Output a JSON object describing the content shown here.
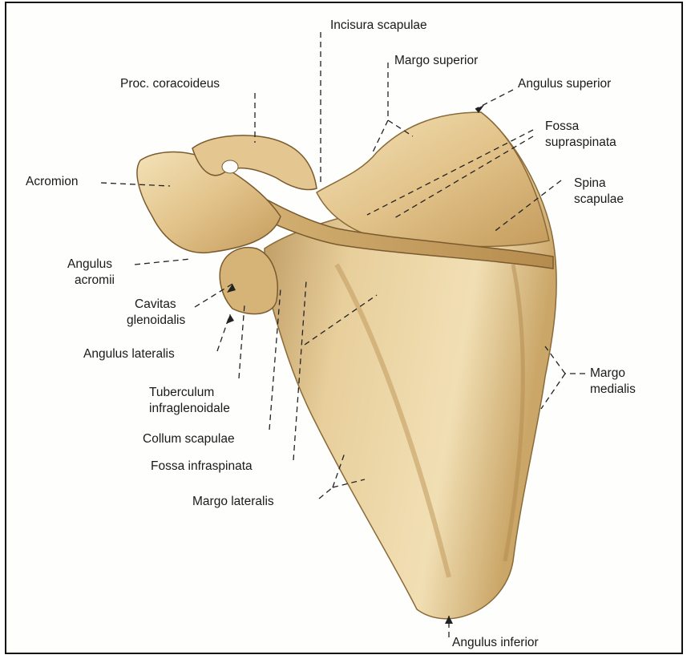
{
  "labels": {
    "incisura_scapulae": "Incisura scapulae",
    "margo_superior": "Margo superior",
    "proc_coracoideus": "Proc. coracoideus",
    "angulus_superior": "Angulus superior",
    "fossa_supraspinata_1": "Fossa",
    "fossa_supraspinata_2": "supraspinata",
    "acromion": "Acromion",
    "spina_scapulae_1": "Spina",
    "spina_scapulae_2": "scapulae",
    "angulus_acromii_1": "Angulus",
    "angulus_acromii_2": "acromii",
    "cavitas_glenoidalis_1": "Cavitas",
    "cavitas_glenoidalis_2": "glenoidalis",
    "angulus_lateralis": "Angulus lateralis",
    "margo_medialis_1": "Margo",
    "margo_medialis_2": "medialis",
    "tuberculum_1": "Tuberculum",
    "tuberculum_2": "infraglenoidale",
    "collum_scapulae": "Collum scapulae",
    "fossa_infraspinata": "Fossa infraspinata",
    "margo_lateralis": "Margo lateralis",
    "angulus_inferior": "Angulus inferior"
  },
  "colors": {
    "bone_light": "#f0dcae",
    "bone_mid": "#d9b87c",
    "bone_dark": "#a9834a",
    "bone_shadow": "#7a5a2e",
    "leader": "#222222"
  }
}
